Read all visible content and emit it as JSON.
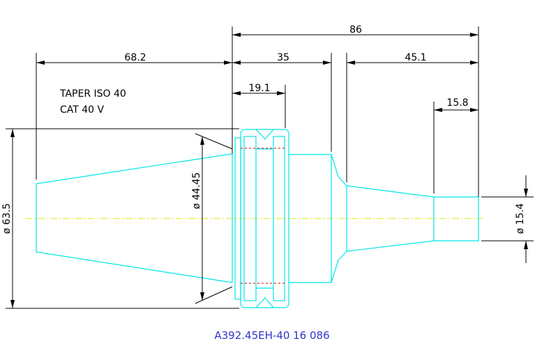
{
  "dimensions": {
    "overall_length": "86",
    "taper_length": "68.2",
    "flange_to_shoulder": "35",
    "body_length": "45.1",
    "flange_width": "19.1",
    "tip_length": "15.8",
    "flange_diameter": "ø 63.5",
    "taper_diameter": "ø 44.45",
    "tip_diameter": "ø 15.4"
  },
  "notes": {
    "taper_line1": "TAPER ISO 40",
    "taper_line2": "CAT 40 V"
  },
  "part_number": "A392.45EH-40 16 086",
  "colors": {
    "outline": "#00e5e5",
    "dimension": "#000000",
    "centerline": "#e6e600",
    "hidden_line": "#e00000",
    "part_number": "#3333cc"
  }
}
